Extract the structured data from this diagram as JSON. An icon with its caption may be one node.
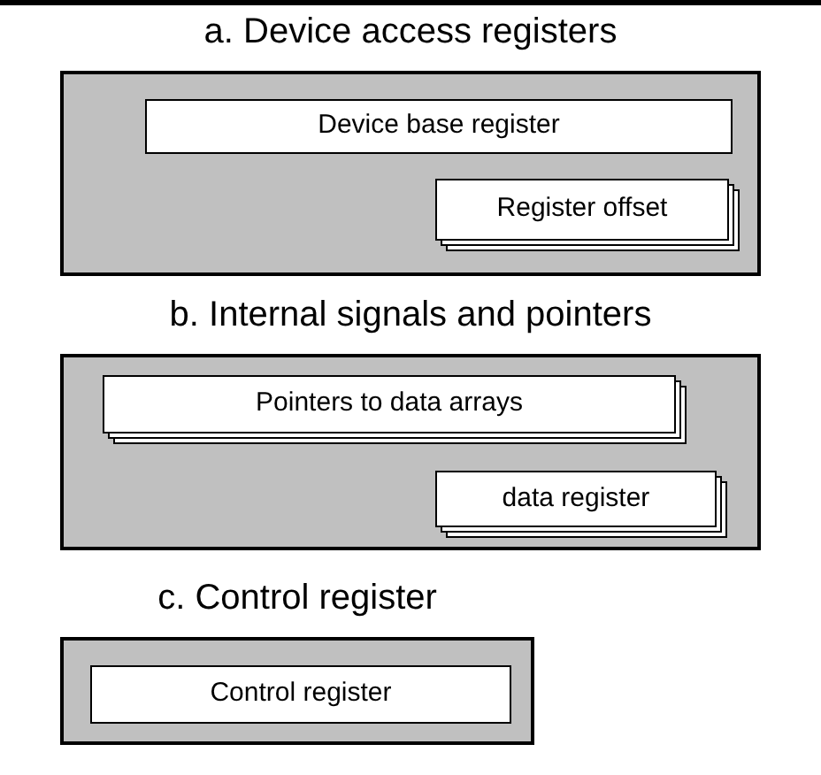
{
  "diagram": {
    "nodes": [
      {
        "text": [
          "a. Device access registers"
        ]
      },
      {
        "text": [
          "Device base register"
        ],
        "in": 0
      },
      {
        "text": [
          "Register offset"
        ],
        "in": 0
      },
      {
        "text": [
          "b. Internal signals and pointers"
        ]
      },
      {
        "text": [
          "Pointers to data arrays"
        ],
        "in": 3
      },
      {
        "text": [
          "data register"
        ],
        "in": 3
      },
      {
        "text": [
          "c. Control register"
        ]
      },
      {
        "text": [
          "Control register"
        ],
        "in": 6
      }
    ]
  }
}
